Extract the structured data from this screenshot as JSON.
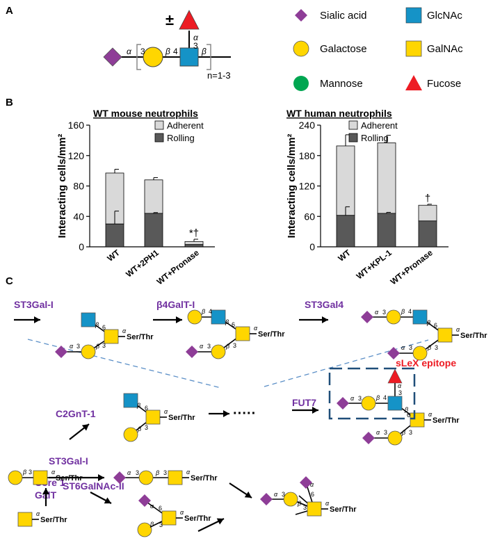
{
  "colors": {
    "sialic_acid": "#8e3d97",
    "galactose": "#ffd600",
    "glcnac": "#1593c7",
    "galnac": "#ffd600",
    "mannose": "#00a651",
    "fucose": "#ed1c24",
    "adherent": "#d9d9d9",
    "rolling": "#595959",
    "enzyme_text": "#7030a0",
    "epitope_box": "#1f4e79"
  },
  "panels": {
    "a": "A",
    "b": "B",
    "c": "C"
  },
  "legend": [
    {
      "name": "Sialic acid",
      "shape": "diamond-icon",
      "color": "#8e3d97"
    },
    {
      "name": "GlcNAc",
      "shape": "square-icon",
      "color": "#1593c7"
    },
    {
      "name": "Galactose",
      "shape": "circle-icon",
      "color": "#ffd600"
    },
    {
      "name": "GalNAc",
      "shape": "square-icon",
      "color": "#ffd600"
    },
    {
      "name": "Mannose",
      "shape": "circle-icon",
      "color": "#00a651"
    },
    {
      "name": "Fucose",
      "shape": "triangle-icon",
      "color": "#ed1c24"
    }
  ],
  "glycan_a": {
    "pm": "±",
    "alpha": "α",
    "beta": "β",
    "three": "3",
    "four": "4",
    "repeat": "n=1-3"
  },
  "chart_data": [
    {
      "type": "bar",
      "title": "WT mouse neutrophils",
      "ylabel": "Interacting cells/mm²",
      "categories": [
        "WT",
        "WT+2PH1",
        "WT+Pronase"
      ],
      "ylim": [
        0,
        160
      ],
      "yticks": [
        0,
        40,
        80,
        120,
        160
      ],
      "stacked": true,
      "series": [
        {
          "name": "Rolling",
          "values": [
            30,
            44,
            3
          ],
          "errors": [
            17,
            1,
            0
          ],
          "color": "#595959"
        },
        {
          "name": "Adherent",
          "values": [
            67,
            44,
            4
          ],
          "errors": [
            5,
            3,
            3
          ],
          "color": "#d9d9d9"
        }
      ],
      "annotations": [
        "",
        "",
        "*†"
      ],
      "legend_position": "top-right"
    },
    {
      "type": "bar",
      "title": "WT human neutrophils",
      "ylabel": "Interacting cells/mm²",
      "categories": [
        "WT",
        "WT+KPL-1",
        "WT+Pronase"
      ],
      "ylim": [
        0,
        240
      ],
      "yticks": [
        0,
        60,
        120,
        180,
        240
      ],
      "stacked": true,
      "series": [
        {
          "name": "Rolling",
          "values": [
            62,
            66,
            51
          ],
          "errors": [
            17,
            2,
            0
          ],
          "color": "#595959"
        },
        {
          "name": "Adherent",
          "values": [
            137,
            139,
            31
          ],
          "errors": [
            22,
            15,
            2
          ],
          "color": "#d9d9d9"
        }
      ],
      "annotations": [
        "",
        "",
        "†"
      ],
      "legend_position": "top-right"
    }
  ],
  "pathway": {
    "enzymes": {
      "st3gal1_top": "ST3Gal-I",
      "b4galt1": "β4GalT-I",
      "st3gal4": "ST3Gal4",
      "c2gnt1": "C2GnT-1",
      "fut7": "FUT7",
      "st3gal1_bottom": "ST3Gal-I",
      "st6galnac2": "ST6GalNAc-II",
      "core1_line1": "Core 1",
      "core1_line2": "GalT"
    },
    "ser_thr": "Ser/Thr",
    "ellipsis": "·····",
    "epitope_label": "sLeX epitope",
    "alpha": "α",
    "beta": "β",
    "n3": "3",
    "n4": "4",
    "n6": "6"
  }
}
